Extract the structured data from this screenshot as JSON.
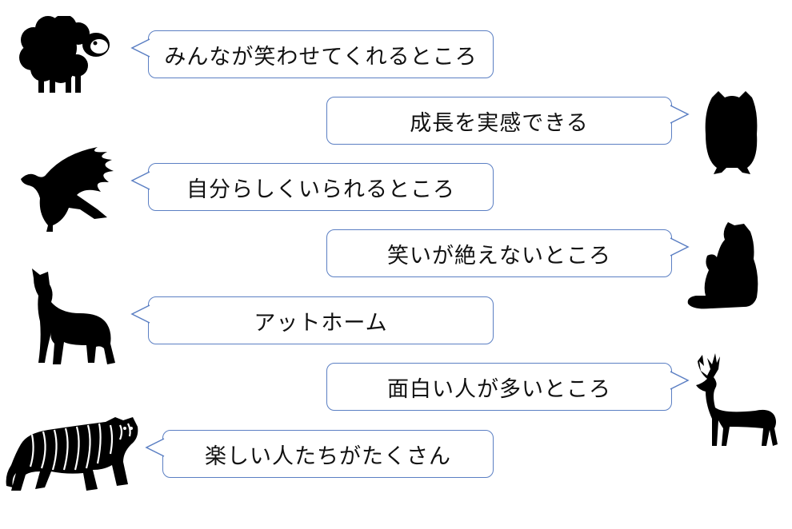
{
  "bubbles": [
    {
      "text": "みんなが笑わせてくれるところ",
      "animal": "sheep-icon"
    },
    {
      "text": "成長を実感できる",
      "animal": "owl-icon"
    },
    {
      "text": "自分らしくいられるところ",
      "animal": "eagle-icon"
    },
    {
      "text": "笑いが絶えないところ",
      "animal": "bear-icon"
    },
    {
      "text": "アットホーム",
      "animal": "wolf-icon"
    },
    {
      "text": "面白い人が多いところ",
      "animal": "deer-icon"
    },
    {
      "text": "楽しい人たちがたくさん",
      "animal": "tiger-icon"
    }
  ],
  "colors": {
    "bubble_border": "#5b7fc3",
    "silhouette": "#000000"
  }
}
